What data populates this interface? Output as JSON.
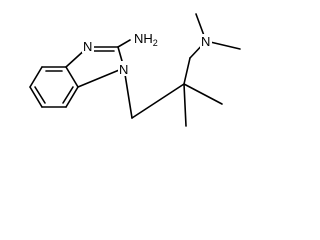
{
  "molecule": {
    "atoms": {
      "amine": "NH",
      "amine_sub": "2",
      "ring_imine_n": "N",
      "ring_n": "N",
      "dimethylamine_n": "N"
    },
    "colors": {
      "bond": "#000000",
      "background": "#ffffff"
    }
  }
}
